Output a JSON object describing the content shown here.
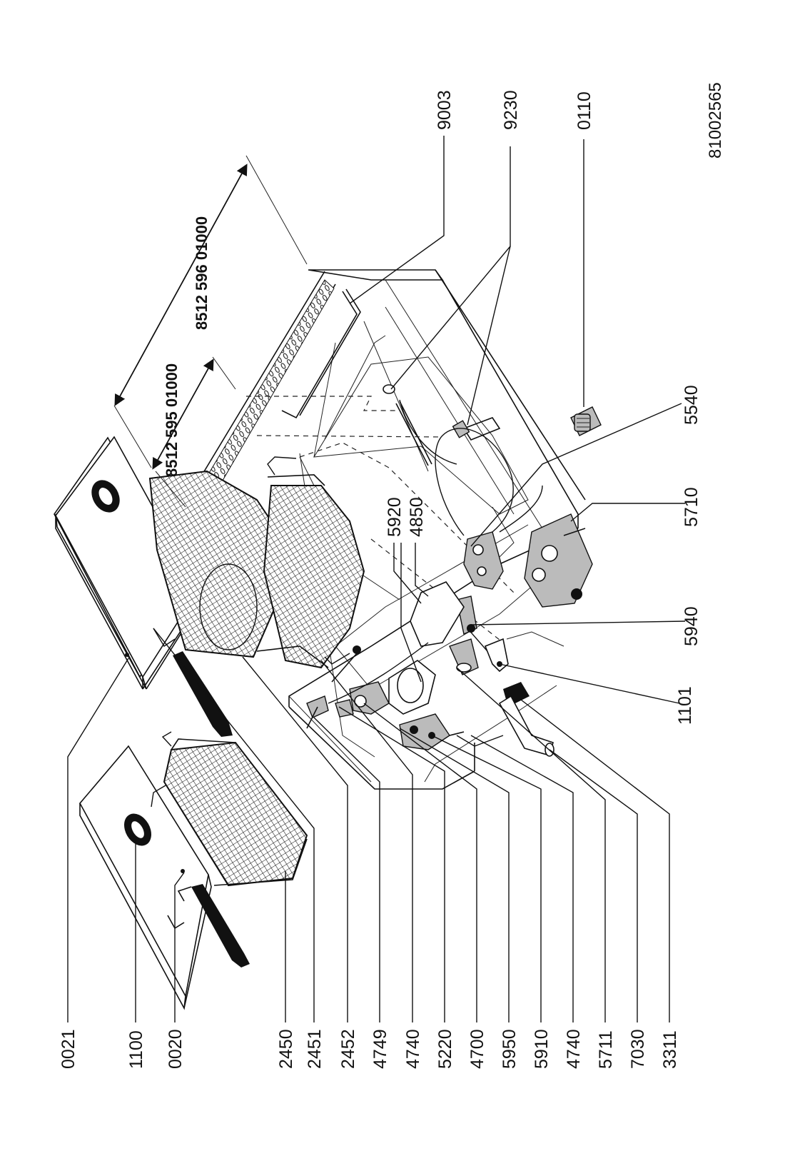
{
  "drawing_number": "81002565",
  "assemblies": [
    {
      "id": "asm-1",
      "label": "8512 595 01000"
    },
    {
      "id": "asm-2",
      "label": "8512 596 01000"
    }
  ],
  "bottom_labels": [
    "0021",
    "1100",
    "0020",
    "2450",
    "2451",
    "2452",
    "4749",
    "4740",
    "5220",
    "4700",
    "5950",
    "5910",
    "4740",
    "5711",
    "7030",
    "3311"
  ],
  "right_labels": [
    "1101",
    "5940",
    "5710",
    "5540",
    "0110",
    "9230",
    "9003"
  ],
  "inner_labels": [
    "5920",
    "4850"
  ]
}
